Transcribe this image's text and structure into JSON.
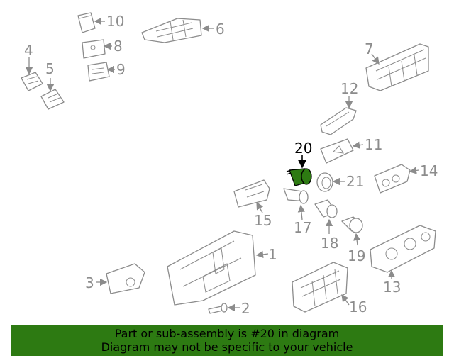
{
  "callouts": [
    "1",
    "2",
    "3",
    "4",
    "5",
    "6",
    "7",
    "8",
    "9",
    "10",
    "11",
    "12",
    "13",
    "14",
    "15",
    "16",
    "17",
    "18",
    "19",
    "20",
    "21"
  ],
  "highlighted_part": "20",
  "colors": {
    "highlight": "#2d7a12",
    "banner_bg": "#2d7a12",
    "line": "#8c8c8c",
    "text": "#000000"
  },
  "banner": {
    "line1": "Part or sub-assembly is #20 in diagram",
    "line2": "Diagram may not be specific to your vehicle"
  }
}
